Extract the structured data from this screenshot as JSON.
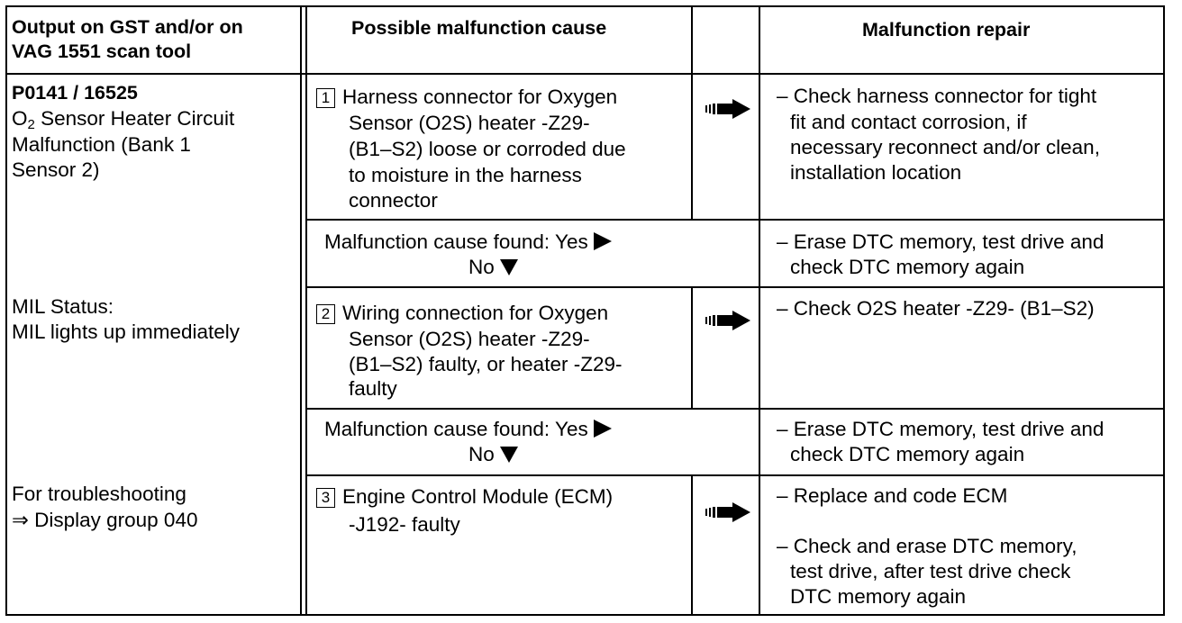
{
  "headers": {
    "output": [
      "Output on GST and/or on",
      "VAG 1551 scan tool"
    ],
    "cause": "Possible malfunction cause",
    "repair": "Malfunction repair"
  },
  "dtc": {
    "code": "P0141 / 16525",
    "desc_line1_pre": "O",
    "desc_line1_sub": "2",
    "desc_line1_post": " Sensor Heater Circuit",
    "desc_lines": [
      "Malfunction (Bank 1",
      "Sensor 2)"
    ],
    "mil_label": "MIL Status:",
    "mil_value": "MIL lights up immediately",
    "troubleshoot_label": "For troubleshooting",
    "troubleshoot_link": "⇒ Display group 040"
  },
  "steps": [
    {
      "number": "1",
      "cause": [
        "Harness connector for Oxygen",
        "Sensor (O2S) heater -Z29-",
        "(B1–S2) loose or corroded due",
        "to moisture in the harness",
        "connector"
      ],
      "repair": [
        "– Check harness connector for tight",
        "fit and contact corrosion, if",
        "necessary reconnect and/or clean,",
        "installation location"
      ]
    },
    {
      "number": "2",
      "cause": [
        "Wiring connection for Oxygen",
        "Sensor (O2S) heater -Z29-",
        "(B1–S2) faulty, or heater -Z29-",
        "faulty"
      ],
      "repair": [
        "– Check O2S heater -Z29- (B1–S2)"
      ]
    },
    {
      "number": "3",
      "cause": [
        "Engine Control Module (ECM)",
        "-J192- faulty"
      ],
      "repair": [
        "– Replace and code ECM"
      ],
      "repair2": [
        "– Check and erase DTC memory,",
        "test drive, after test drive check",
        "DTC memory again"
      ]
    }
  ],
  "found": {
    "label": "Malfunction cause found:  Yes",
    "no": "No",
    "repair": [
      "– Erase DTC memory, test drive and",
      "check DTC memory again"
    ]
  }
}
